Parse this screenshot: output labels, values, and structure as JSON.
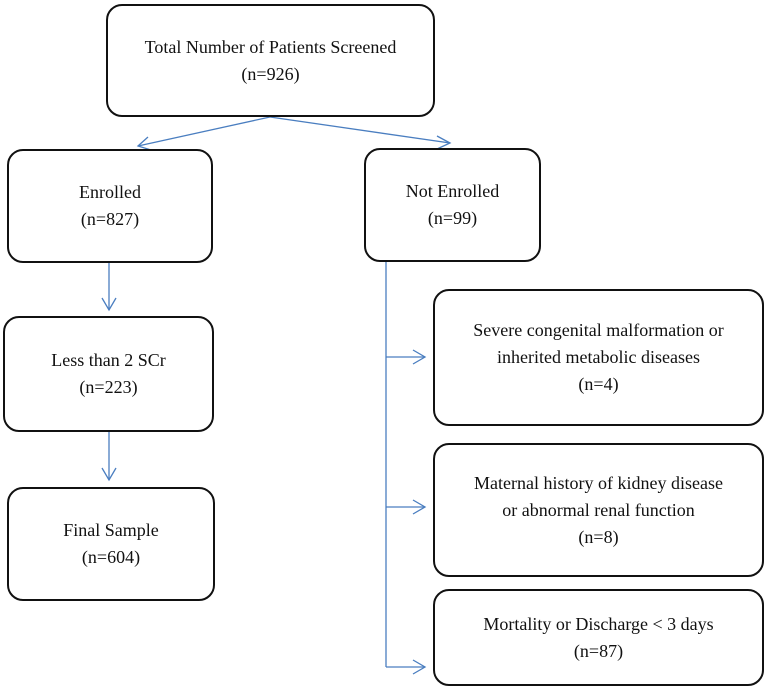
{
  "flowchart": {
    "screened": {
      "title": "Total Number of Patients Screened",
      "count": "(n=926)"
    },
    "enrolled": {
      "title": "Enrolled",
      "count": "(n=827)"
    },
    "not_enrolled": {
      "title": "Not Enrolled",
      "count": "(n=99)"
    },
    "less_than_2_scr": {
      "title": "Less than 2 SCr",
      "count": "(n=223)"
    },
    "final_sample": {
      "title": "Final Sample",
      "count": "(n=604)"
    },
    "exclusions": [
      {
        "line1": "Severe congenital malformation or",
        "line2": "inherited metabolic diseases",
        "count": "(n=4)"
      },
      {
        "line1": "Maternal history of kidney disease",
        "line2": "or abnormal renal function",
        "count": "(n=8)"
      },
      {
        "line1": "Mortality or Discharge < 3 days",
        "count": "(n=87)"
      }
    ]
  },
  "colors": {
    "arrow": "#4a7ec0",
    "box_border": "#111111"
  }
}
